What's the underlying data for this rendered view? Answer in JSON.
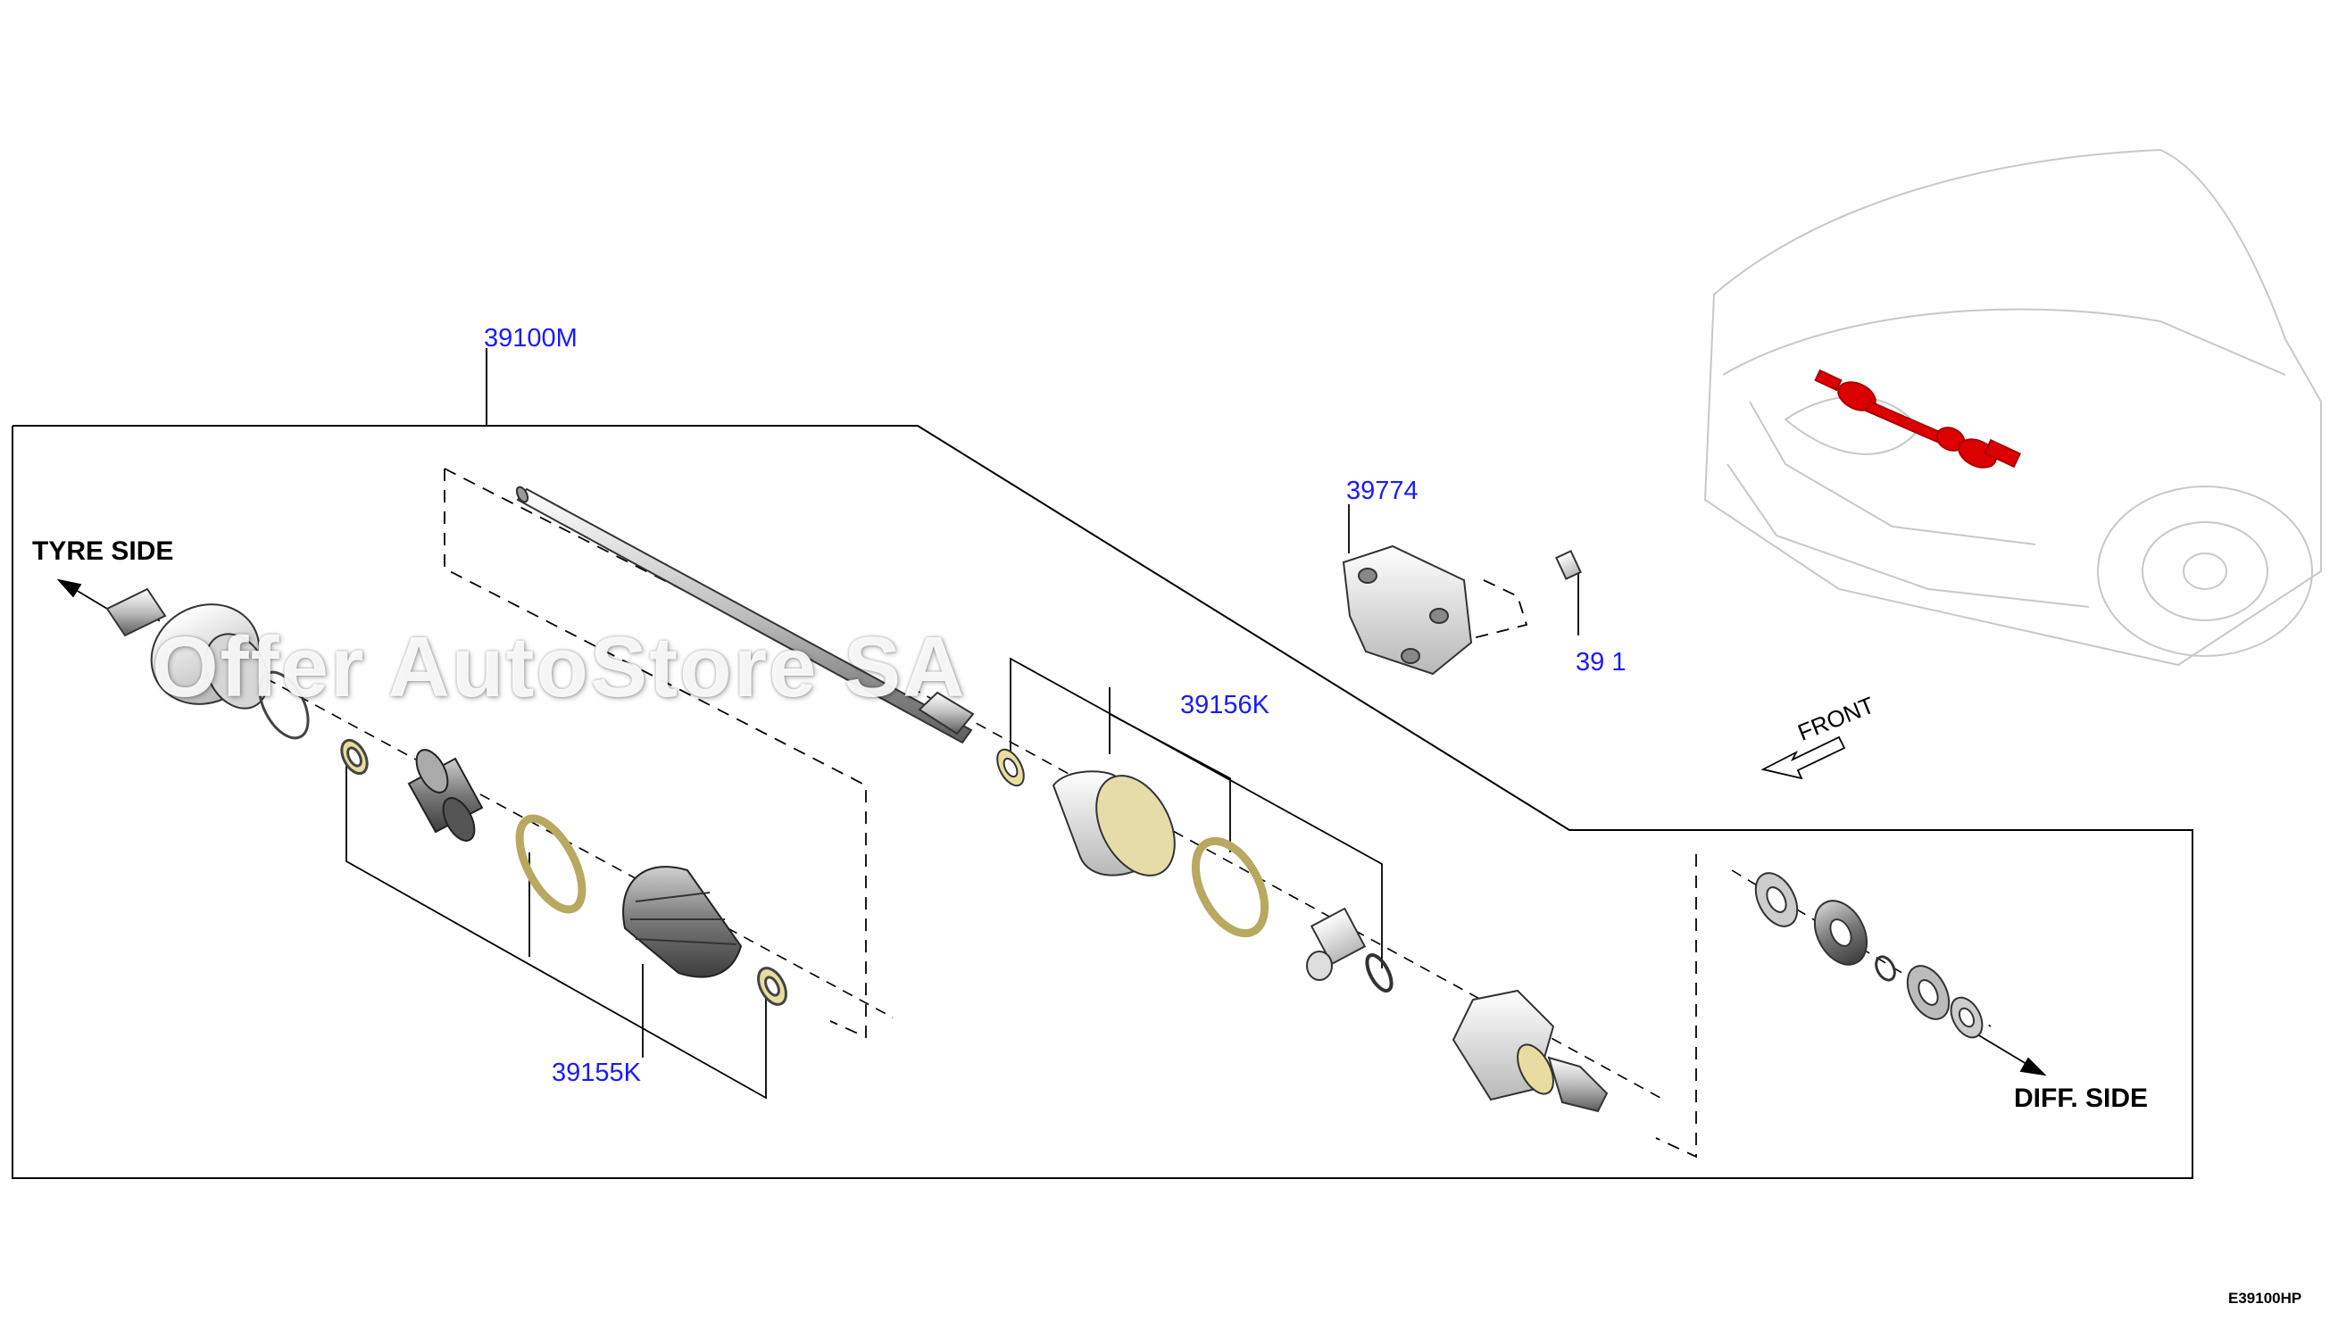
{
  "labels": {
    "part_39100M": "39100M",
    "part_39774": "39774",
    "part_39156K": "39156K",
    "part_39155K": "39155K",
    "part_39_partial": "39 1",
    "tyre_side": "TYRE SIDE",
    "diff_side": "DIFF. SIDE",
    "front": "FRONT",
    "diagram_code": "E39100HP"
  },
  "watermark": {
    "text": "Offer AutoStore SA"
  },
  "colors": {
    "part_number": "#1a1aff",
    "highlight": "#dd0000",
    "boot_fill": "#e6dcaa",
    "ring_fill": "#e8dca0",
    "metal_light": "#eeeeee",
    "metal_dark": "#7a7a7a"
  }
}
